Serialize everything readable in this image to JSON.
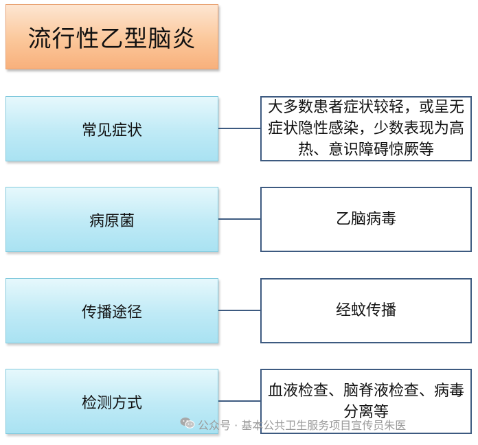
{
  "title": "流行性乙型脑炎",
  "rows": [
    {
      "label": "常见症状",
      "value": "大多数患者症状较轻，或呈无症状隐性感染，少数表现为高热、意识障碍惊厥等"
    },
    {
      "label": "病原菌",
      "value": "乙脑病毒"
    },
    {
      "label": "传播途径",
      "value": "经蚊传播"
    },
    {
      "label": "检测方式",
      "value": "血液检查、脑脊液检查、病毒分离等"
    }
  ],
  "watermark": {
    "icon": "wechat-icon",
    "text": "公众号 · 基本公共卫生服务项目宣传员朱医"
  }
}
